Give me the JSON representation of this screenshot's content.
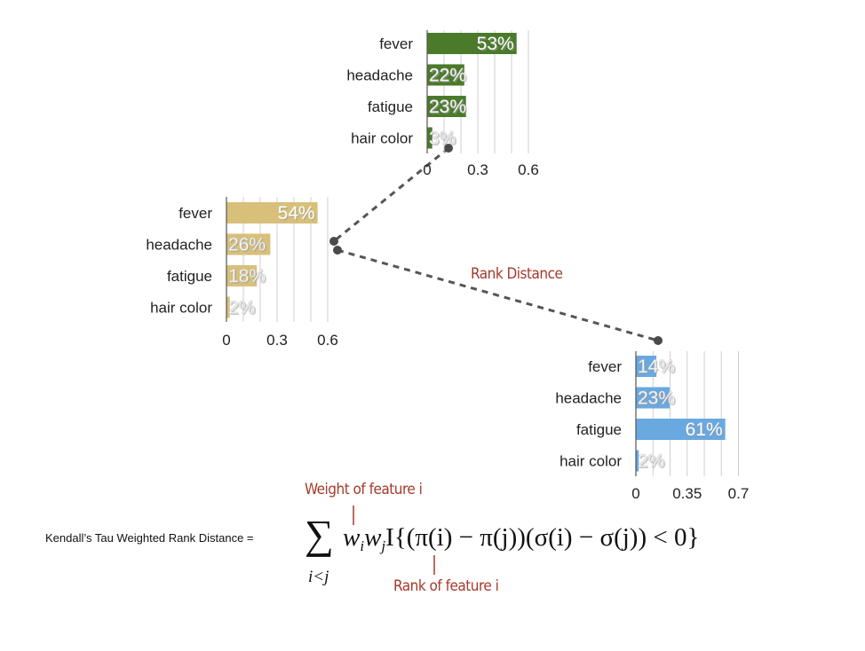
{
  "chart_data": [
    {
      "type": "bar",
      "orientation": "horizontal",
      "categories": [
        "fever",
        "headache",
        "fatigue",
        "hair color"
      ],
      "values": [
        0.53,
        0.22,
        0.23,
        0.03
      ],
      "value_labels": [
        "53%",
        "22%",
        "23%",
        "3%"
      ],
      "xlim": [
        0,
        0.6
      ],
      "ticks": [
        "0",
        "0.3",
        "0.6"
      ],
      "tick_values": [
        0,
        0.3,
        0.6
      ],
      "grid_values": [
        0.1,
        0.2,
        0.3,
        0.4,
        0.5,
        0.6
      ],
      "color": "#4a7a2a"
    },
    {
      "type": "bar",
      "orientation": "horizontal",
      "categories": [
        "fever",
        "headache",
        "fatigue",
        "hair color"
      ],
      "values": [
        0.54,
        0.26,
        0.18,
        0.02
      ],
      "value_labels": [
        "54%",
        "26%",
        "18%",
        "2%"
      ],
      "xlim": [
        0,
        0.6
      ],
      "ticks": [
        "0",
        "0.3",
        "0.6"
      ],
      "tick_values": [
        0,
        0.3,
        0.6
      ],
      "grid_values": [
        0.1,
        0.2,
        0.3,
        0.4,
        0.5,
        0.6
      ],
      "color": "#d8c07a"
    },
    {
      "type": "bar",
      "orientation": "horizontal",
      "categories": [
        "fever",
        "headache",
        "fatigue",
        "hair color"
      ],
      "values": [
        0.14,
        0.23,
        0.61,
        0.02
      ],
      "value_labels": [
        "14%",
        "23%",
        "61%",
        "2%"
      ],
      "xlim": [
        0,
        0.7
      ],
      "ticks": [
        "0",
        "0.35",
        "0.7"
      ],
      "tick_values": [
        0,
        0.35,
        0.7
      ],
      "grid_values": [
        0.117,
        0.233,
        0.35,
        0.467,
        0.583,
        0.7
      ],
      "color": "#6aa8e0"
    }
  ],
  "annotations": {
    "rank_distance": "Rank Distance",
    "weight_note": "Weight of feature i",
    "rank_note": "Rank of feature i",
    "annotation_color": "#a33a2a"
  },
  "formula": {
    "label": "Kendall’s Tau Weighted Rank Distance =",
    "sum_symbol": "∑",
    "subscript": "i<j",
    "body_pre": "w",
    "sub_i": "i",
    "w2": "w",
    "sub_j": "j",
    "rest": "I{(π(i) − π(j))(σ(i) − σ(j)) < 0}"
  }
}
